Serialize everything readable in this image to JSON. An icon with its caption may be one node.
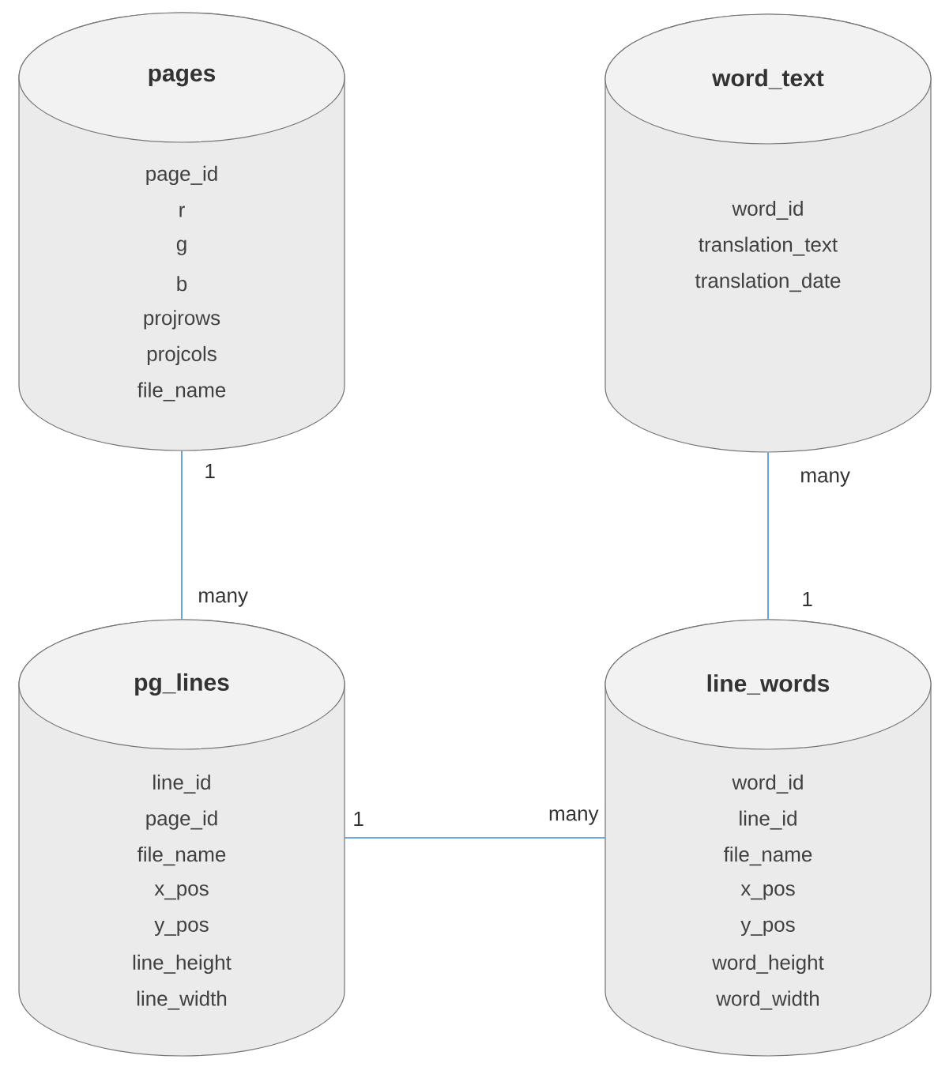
{
  "diagram": {
    "nodes": [
      {
        "text": [
          "pages",
          "page_id",
          "r",
          "g",
          "b",
          "projrows",
          "projcols",
          "file_name"
        ]
      },
      {
        "text": [
          "word_text",
          "word_id",
          "translation_text",
          "translation_date"
        ]
      },
      {
        "text": [
          "pg_lines",
          "line_id",
          "page_id",
          "file_name",
          "x_pos",
          "y_pos",
          "line_height",
          "line_width"
        ]
      },
      {
        "text": [
          "line_words",
          "word_id",
          "line_id",
          "file_name",
          "x_pos",
          "y_pos",
          "word_height",
          "word_width"
        ]
      }
    ],
    "edges": [
      {
        "from": 0,
        "to": 2,
        "arrow": "none"
      },
      {
        "from": 1,
        "to": 3,
        "arrow": "none"
      },
      {
        "from": 2,
        "to": 3,
        "arrow": "none"
      }
    ],
    "labels": [
      "1",
      "many",
      "many",
      "1",
      "1",
      "many"
    ]
  }
}
